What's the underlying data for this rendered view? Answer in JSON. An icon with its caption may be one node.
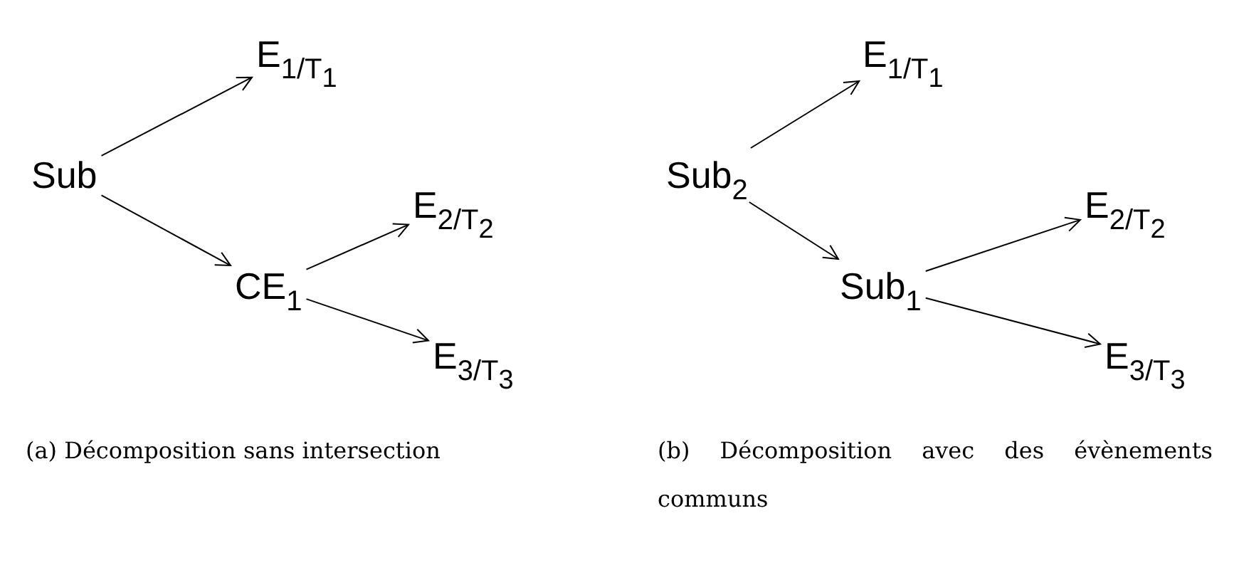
{
  "diagram": {
    "nodes": [
      {
        "text": [
          "Sub"
        ]
      },
      {
        "text": [
          "E$_{1/T}$$_{1}$"
        ]
      },
      {
        "text": [
          "CE$_{1}$"
        ]
      },
      {
        "text": [
          "E$_{2/T}$$_{2}$"
        ]
      },
      {
        "text": [
          "E$_{3/T}$$_{3}$"
        ]
      },
      {
        "text": [
          "Sub$_{2}$"
        ]
      },
      {
        "text": [
          "E$_{1/T}$$_{1}$"
        ]
      },
      {
        "text": [
          "Sub$_{1}$"
        ]
      },
      {
        "text": [
          "E$_{2/T}$$_{2}$"
        ]
      },
      {
        "text": [
          "E$_{3/T}$$_{3}$"
        ]
      }
    ],
    "edges": [
      {
        "from": 0,
        "to": 1,
        "arrow": "to"
      },
      {
        "from": 0,
        "to": 2,
        "arrow": "to"
      },
      {
        "from": 2,
        "to": 3,
        "arrow": "to"
      },
      {
        "from": 2,
        "to": 4,
        "arrow": "to"
      },
      {
        "from": 5,
        "to": 6,
        "arrow": "to"
      },
      {
        "from": 5,
        "to": 7,
        "arrow": "to"
      },
      {
        "from": 7,
        "to": 8,
        "arrow": "to"
      },
      {
        "from": 7,
        "to": 9,
        "arrow": "to"
      }
    ],
    "labels": [
      "(a) Décomposition sans intersection",
      "(b) Décomposition avec des évènements communs"
    ]
  }
}
